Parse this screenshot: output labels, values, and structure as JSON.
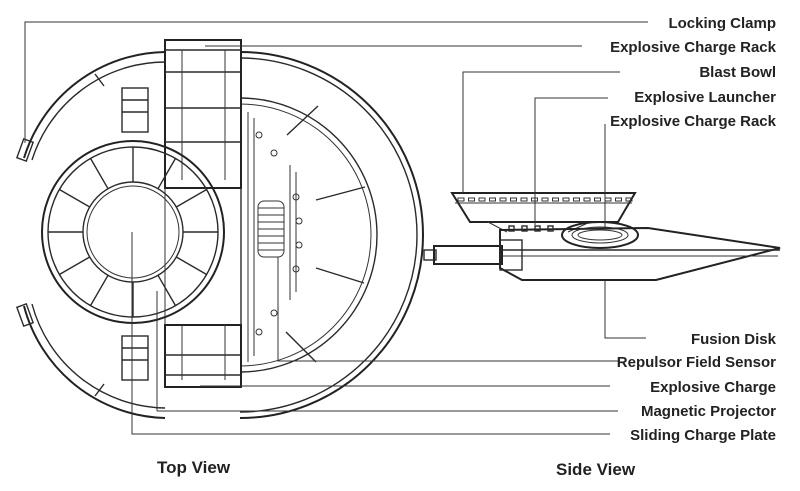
{
  "diagram": {
    "views": {
      "top": {
        "title": "Top View"
      },
      "side": {
        "title": "Side View"
      }
    },
    "callouts": [
      {
        "id": "locking-clamp",
        "label": "Locking Clamp"
      },
      {
        "id": "explosive-charge-rack",
        "label": "Explosive Charge Rack"
      },
      {
        "id": "blast-bowl",
        "label": "Blast Bowl"
      },
      {
        "id": "explosive-launcher",
        "label": "Explosive Launcher"
      },
      {
        "id": "explosive-charge-rack-side",
        "label": "Explosive Charge Rack"
      },
      {
        "id": "fusion-disk",
        "label": "Fusion Disk"
      },
      {
        "id": "repulsor-field-sensor",
        "label": "Repulsor Field Sensor"
      },
      {
        "id": "explosive-charge",
        "label": "Explosive Charge"
      },
      {
        "id": "magnetic-projector",
        "label": "Magnetic Projector"
      },
      {
        "id": "sliding-charge-plate",
        "label": "Sliding Charge Plate"
      }
    ],
    "colors": {
      "ink": "#222222",
      "paper": "#ffffff"
    }
  }
}
